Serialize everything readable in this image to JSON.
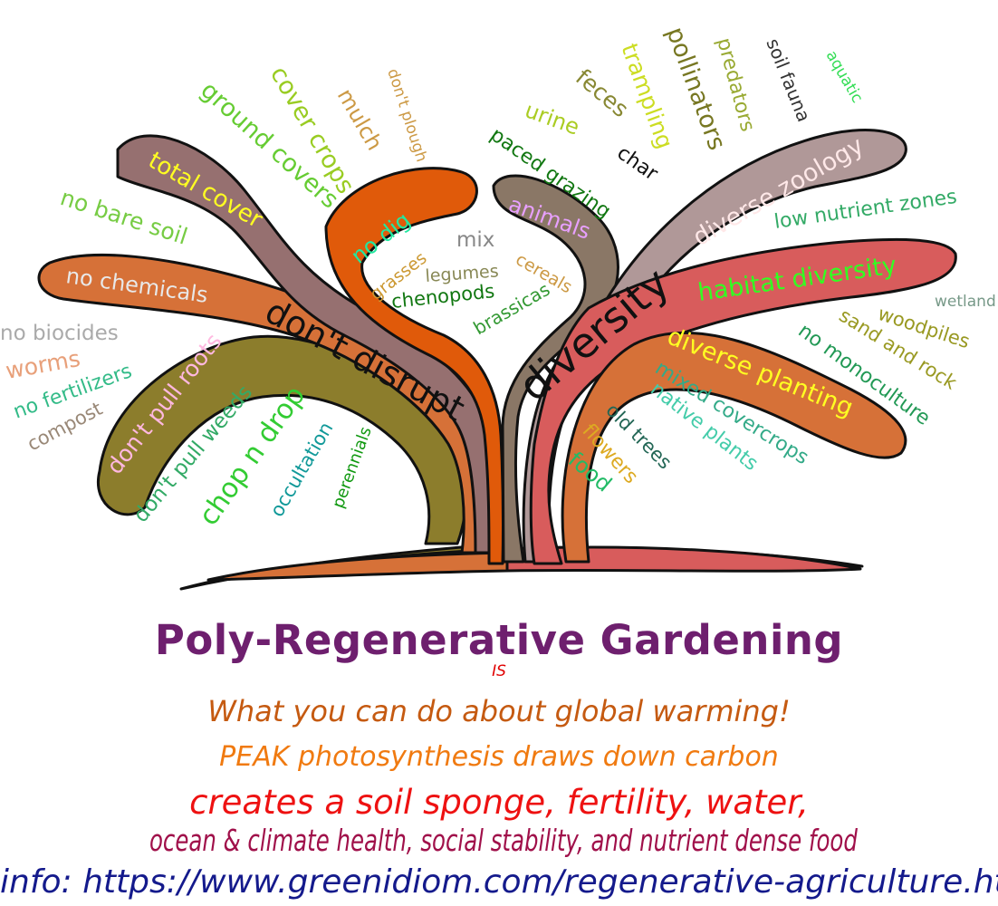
{
  "colors": {
    "title": "#6e1f6e",
    "is": "#e00000",
    "line1": "#c55a11",
    "line2": "#f07a10",
    "line3": "#ee1111",
    "line4": "#a0104a",
    "info": "#141a8c"
  },
  "branches": {
    "dont_disrupt": "don't disrupt",
    "diversity": "diversity",
    "total_cover": "total cover",
    "no_dig": "no dig",
    "no_chemicals": "no chemicals",
    "dont_pull_roots": "don't pull roots",
    "animals": "animals",
    "diverse_zoology": "diverse zoology",
    "habitat_diversity": "habitat diversity",
    "diverse_planting": "diverse planting"
  },
  "words": {
    "ground_covers": "ground covers",
    "cover_crops": "cover crops",
    "mulch": "mulch",
    "dont_plough": "don't plough",
    "no_bare_soil": "no bare soil",
    "no_biocides": "no biocides",
    "worms": "worms",
    "no_fertilizers": "no fertilizers",
    "compost": "compost",
    "dont_pull_weeds": "don't pull weeds",
    "chop_n_drop": "chop n drop",
    "occultation": "occultation",
    "perennials": "perennials",
    "grasses": "grasses",
    "mix": "mix",
    "legumes": "legumes",
    "cereals": "cereals",
    "chenopods": "chenopods",
    "brassicas": "brassicas",
    "urine": "urine",
    "feces": "feces",
    "trampling": "trampling",
    "pollinators": "pollinators",
    "predators": "predators",
    "soil_fauna": "soil fauna",
    "aquatic": "aquatic",
    "paced_grazing": "paced grazing",
    "char": "char",
    "low_nutrient_zones": "low nutrient zones",
    "wetland": "wetland",
    "woodpiles": "woodpiles",
    "sand_and_rock": "sand and rock",
    "no_monoculture": "no monoculture",
    "mixed_covercrops": "mixed covercrops",
    "native_plants": "native plants",
    "old_trees": "old trees",
    "flowers": "flowers",
    "food": "food"
  },
  "caption": {
    "title": "Poly-Regenerative Gardening",
    "is": "IS",
    "line1": "What you can do about global warming!",
    "line2": "PEAK photosynthesis draws down carbon",
    "line3": "creates a soil sponge, fertility, water,",
    "line4": "ocean & climate health, social stability, and nutrient dense food",
    "info": "info: https://www.greenidiom.com/regenerative-agriculture.html"
  }
}
